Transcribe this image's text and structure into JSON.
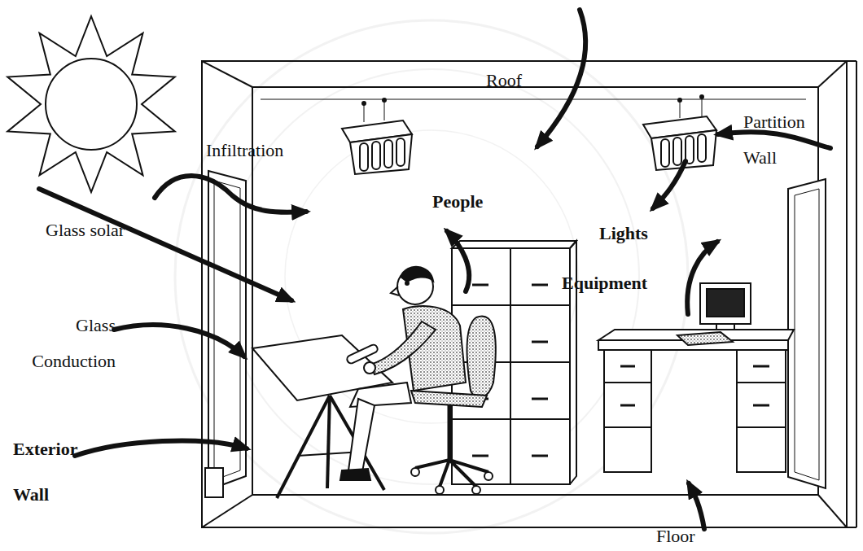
{
  "diagram": {
    "labels": [
      "Roof",
      "Partition Wall",
      "Infiltration",
      "People",
      "Lights",
      "Glass solar",
      "Equipment",
      "Glass Conduction",
      "Exterior Wall",
      "Floor"
    ]
  }
}
